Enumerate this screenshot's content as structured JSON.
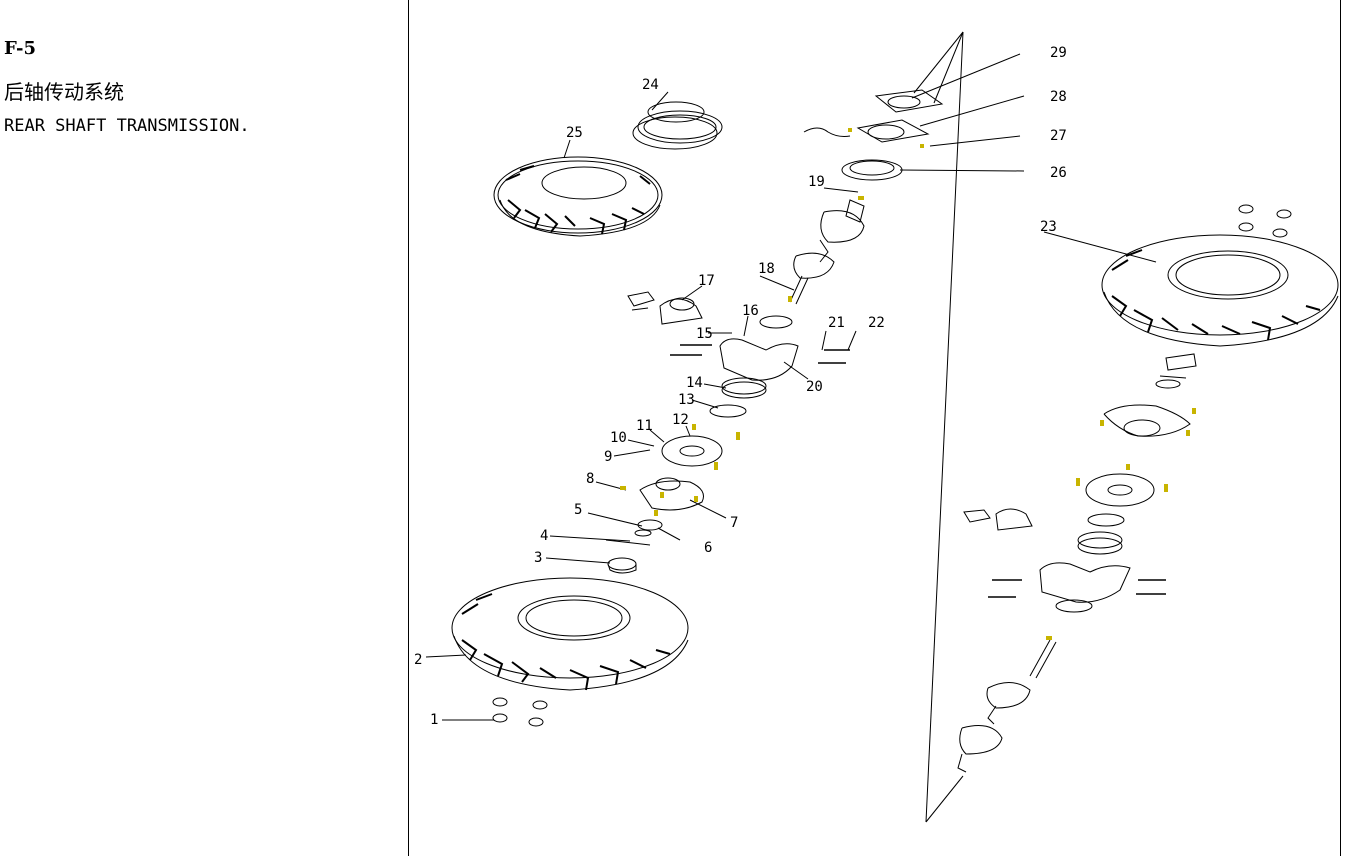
{
  "header": {
    "code": "F-5",
    "title_cn": "后轴传动系统",
    "title_en": "REAR SHAFT TRANSMISSION."
  },
  "diagram": {
    "parts": [
      {
        "number": "1"
      },
      {
        "number": "2"
      },
      {
        "number": "3"
      },
      {
        "number": "4"
      },
      {
        "number": "5"
      },
      {
        "number": "6"
      },
      {
        "number": "7"
      },
      {
        "number": "8"
      },
      {
        "number": "9"
      },
      {
        "number": "10"
      },
      {
        "number": "11"
      },
      {
        "number": "12"
      },
      {
        "number": "13"
      },
      {
        "number": "14"
      },
      {
        "number": "15"
      },
      {
        "number": "16"
      },
      {
        "number": "17"
      },
      {
        "number": "18"
      },
      {
        "number": "19"
      },
      {
        "number": "20"
      },
      {
        "number": "21"
      },
      {
        "number": "22"
      },
      {
        "number": "23"
      },
      {
        "number": "24"
      },
      {
        "number": "25"
      },
      {
        "number": "26"
      },
      {
        "number": "27"
      },
      {
        "number": "28"
      },
      {
        "number": "29"
      }
    ],
    "colors": {
      "line": "#000000",
      "accent": "#c8b400"
    }
  }
}
